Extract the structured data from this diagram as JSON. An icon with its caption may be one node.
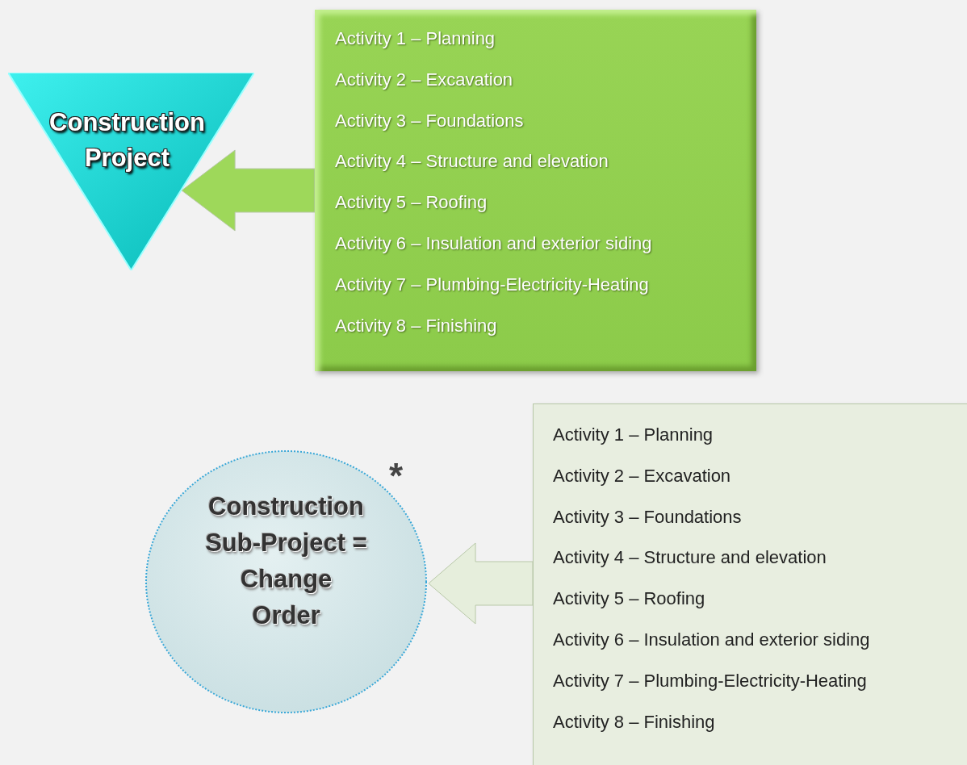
{
  "diagram": {
    "nodes": [
      {
        "text": [
          "Construction Project"
        ]
      },
      {
        "text": [
          "Activity 1 – Planning",
          "Activity 2 – Excavation",
          "Activity 3 – Foundations",
          "Activity 4 – Structure and elevation",
          "Activity 5 – Roofing",
          "Activity 6 – Insulation and exterior siding",
          "Activity 7 – Plumbing-Electricity-Heating",
          "Activity 8 – Finishing"
        ]
      },
      {
        "text": [
          "Construction Sub-Project = Change Order"
        ],
        "beside": [
          "*"
        ]
      },
      {
        "text": [
          "Activity 1 – Planning",
          "Activity 2 – Excavation",
          "Activity 3 – Foundations",
          "Activity 4 – Structure and elevation",
          "Activity 5 – Roofing",
          "Activity 6 – Insulation and exterior siding",
          "Activity 7 – Plumbing-Electricity-Heating",
          "Activity 8 – Finishing"
        ]
      }
    ],
    "edges": [
      {
        "from": 1,
        "to": 0,
        "arrow": "to",
        "color": "#9ed85a"
      },
      {
        "from": 3,
        "to": 2,
        "arrow": "to",
        "color": "#e6eedc"
      }
    ]
  }
}
